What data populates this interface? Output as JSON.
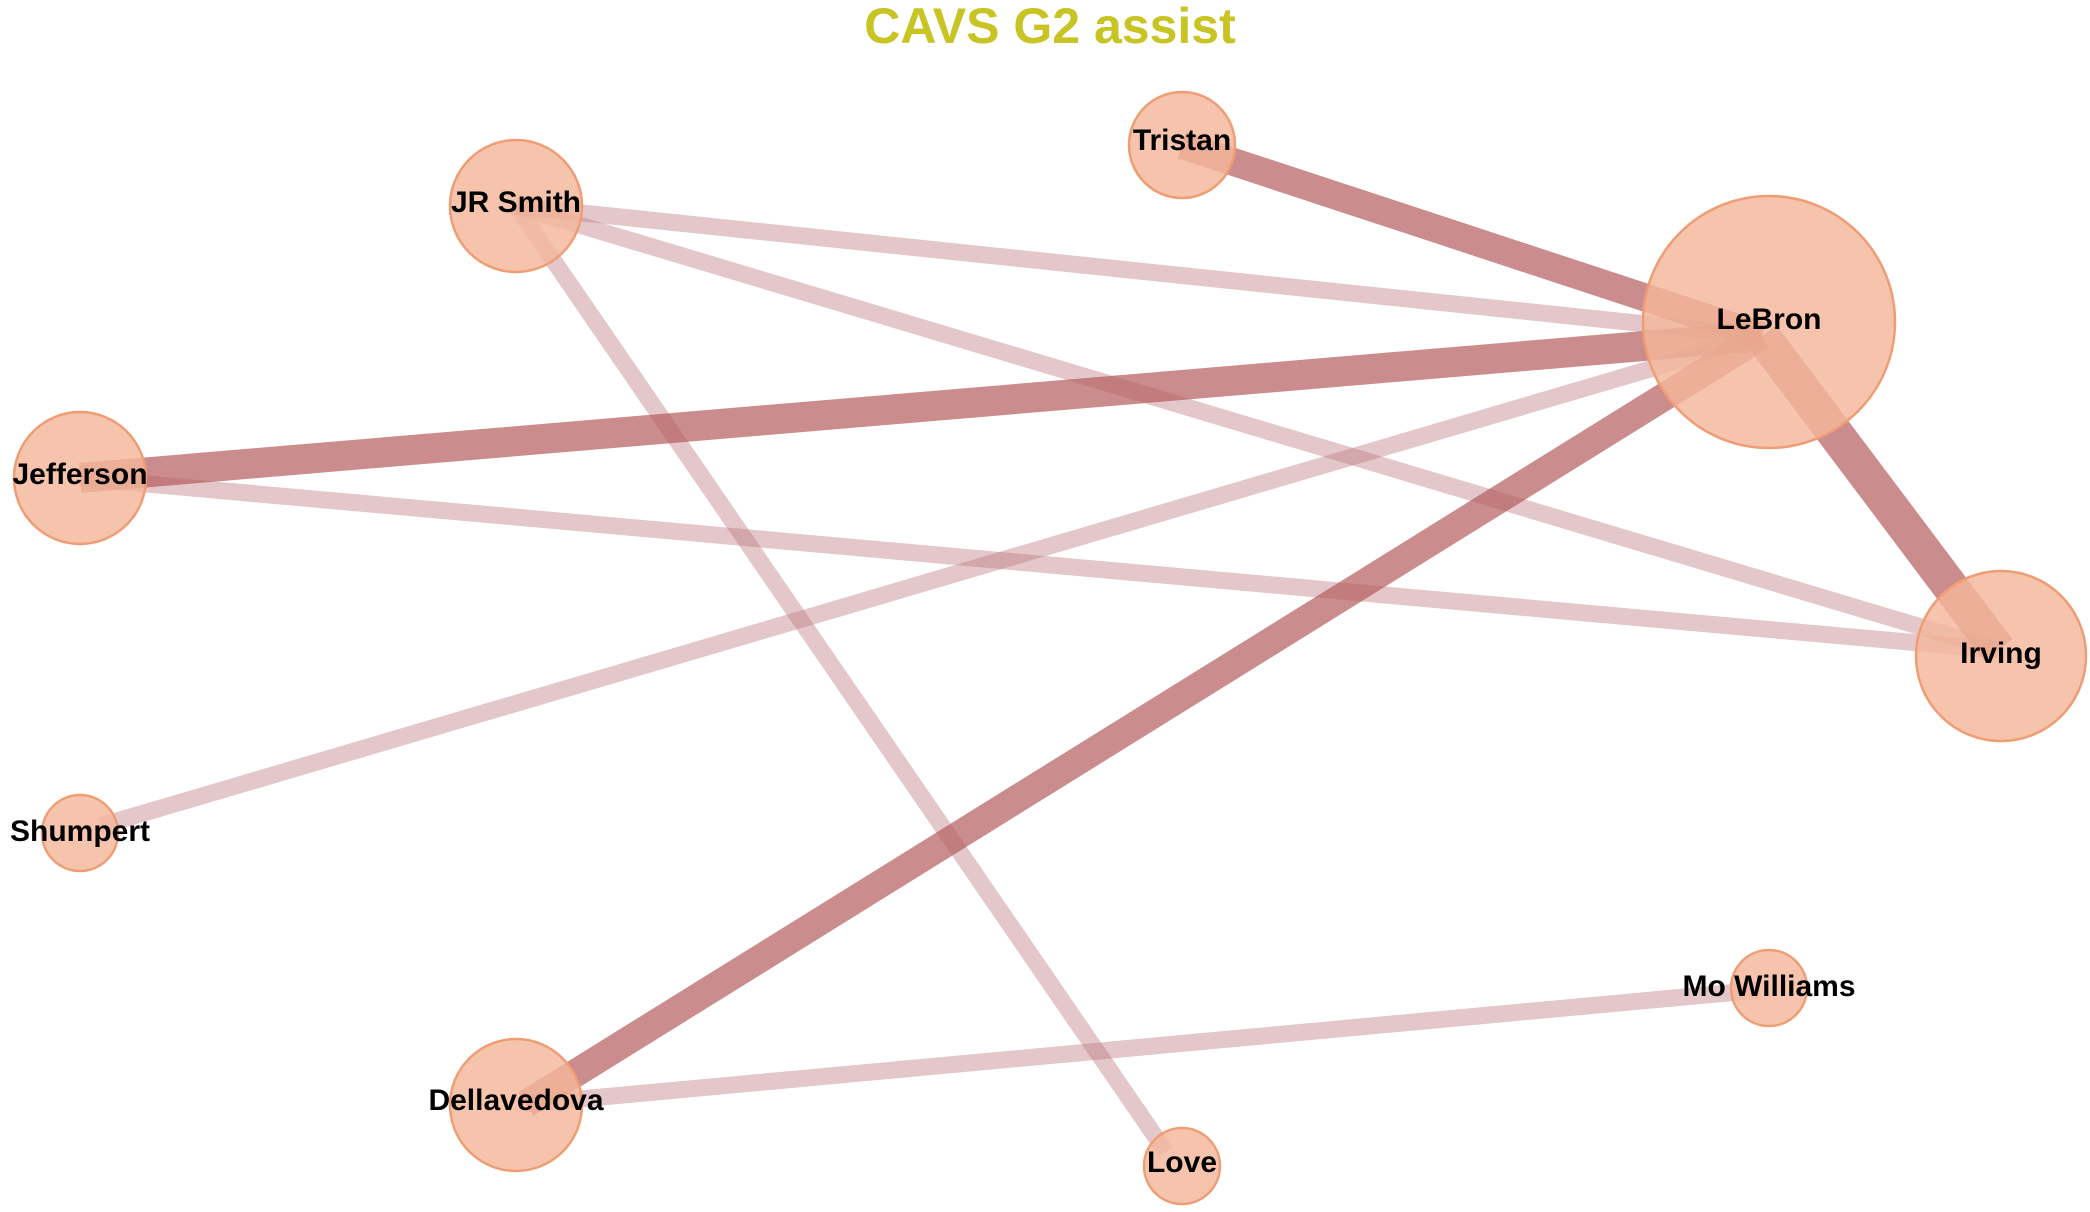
{
  "title": "CAVS G2 assist",
  "colors": {
    "title": "#c8c424",
    "node_fill": "#f4b79b",
    "node_stroke": "#ef9d74",
    "edge_strong": "#b65f5f",
    "edge_weak": "#bd7a80"
  },
  "nodes": [
    {
      "id": "tristan",
      "label": "Tristan"
    },
    {
      "id": "jrsmith",
      "label": "JR Smith"
    },
    {
      "id": "lebron",
      "label": "LeBron"
    },
    {
      "id": "jefferson",
      "label": "Jefferson"
    },
    {
      "id": "irving",
      "label": "Irving"
    },
    {
      "id": "shumpert",
      "label": "Shumpert"
    },
    {
      "id": "mowilliams",
      "label": "Mo Williams"
    },
    {
      "id": "dellavedova",
      "label": "Dellavedova"
    },
    {
      "id": "love",
      "label": "Love"
    }
  ],
  "edges": [
    {
      "source": "jrsmith",
      "target": "lebron",
      "strength": "weak"
    },
    {
      "source": "jrsmith",
      "target": "irving",
      "strength": "weak"
    },
    {
      "source": "jrsmith",
      "target": "love",
      "strength": "weak"
    },
    {
      "source": "jefferson",
      "target": "irving",
      "strength": "weak"
    },
    {
      "source": "shumpert",
      "target": "lebron",
      "strength": "weak"
    },
    {
      "source": "dellavedova",
      "target": "mowilliams",
      "strength": "weak"
    },
    {
      "source": "tristan",
      "target": "lebron",
      "strength": "strong"
    },
    {
      "source": "jefferson",
      "target": "lebron",
      "strength": "strong"
    },
    {
      "source": "dellavedova",
      "target": "lebron",
      "strength": "strong"
    },
    {
      "source": "lebron",
      "target": "irving",
      "strength": "strong"
    }
  ]
}
